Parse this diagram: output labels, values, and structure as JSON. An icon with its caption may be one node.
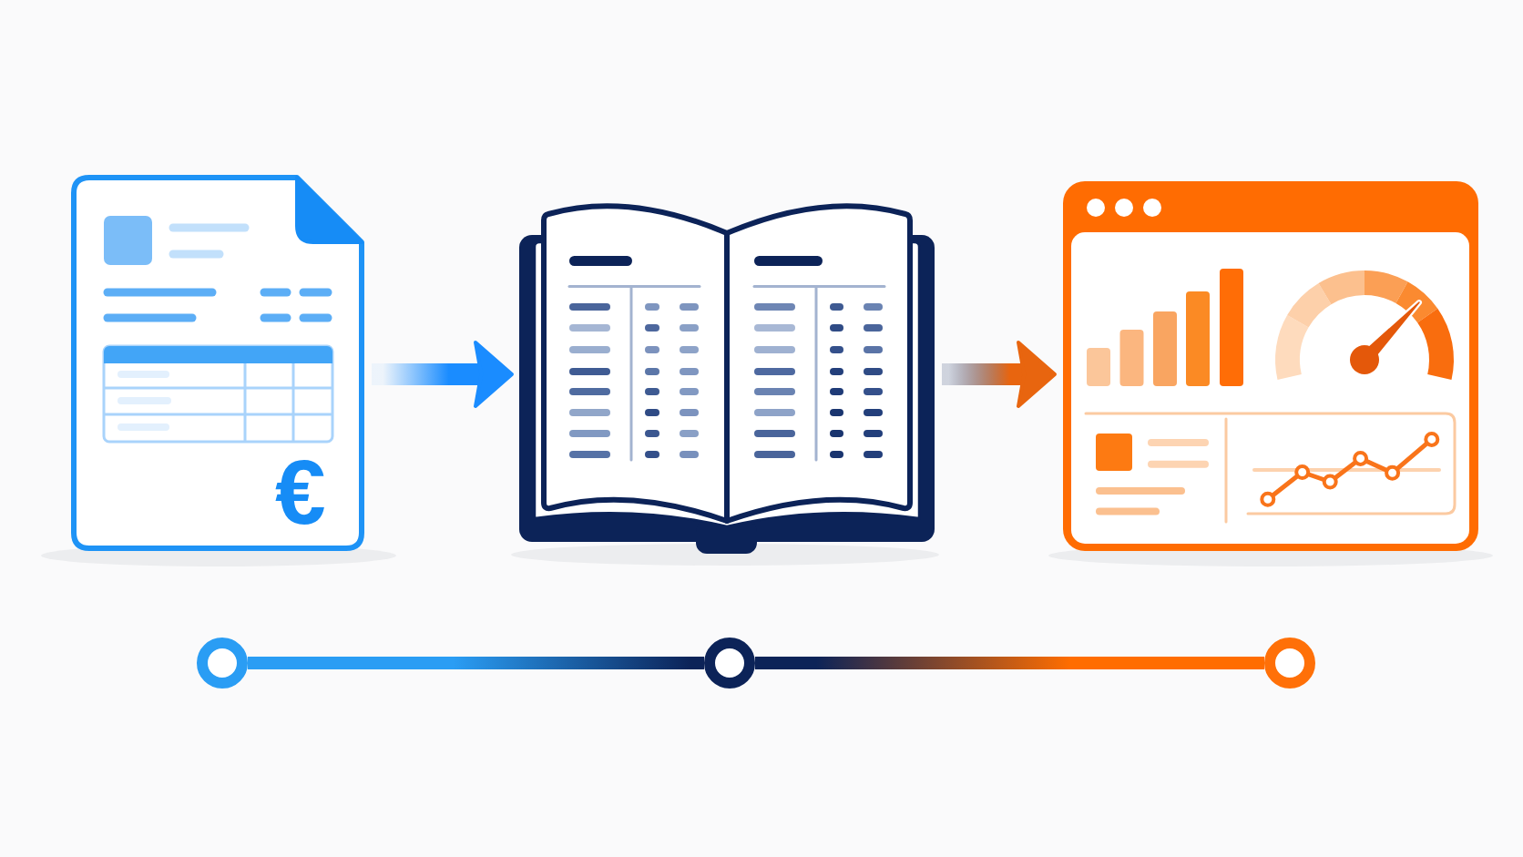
{
  "diagram": {
    "nodes": [
      {
        "text": [
          "€"
        ]
      },
      {
        "text": [],
        "shape": "picture"
      },
      {
        "text": [],
        "shape": "picture"
      },
      {
        "text": [],
        "shape": "circle"
      },
      {
        "text": [],
        "shape": "circle"
      },
      {
        "text": [],
        "shape": "circle"
      }
    ],
    "edges": [
      {
        "from": 0,
        "to": 1,
        "arrow": "to",
        "color": "#1a8cff"
      },
      {
        "from": 1,
        "to": 2,
        "arrow": "to",
        "color": "#e8650f"
      },
      {
        "from": 3,
        "to": 4,
        "arrow": "none",
        "color": "#0c2358"
      },
      {
        "from": 4,
        "to": 5,
        "arrow": "none",
        "color": "#ff6d00"
      }
    ]
  }
}
